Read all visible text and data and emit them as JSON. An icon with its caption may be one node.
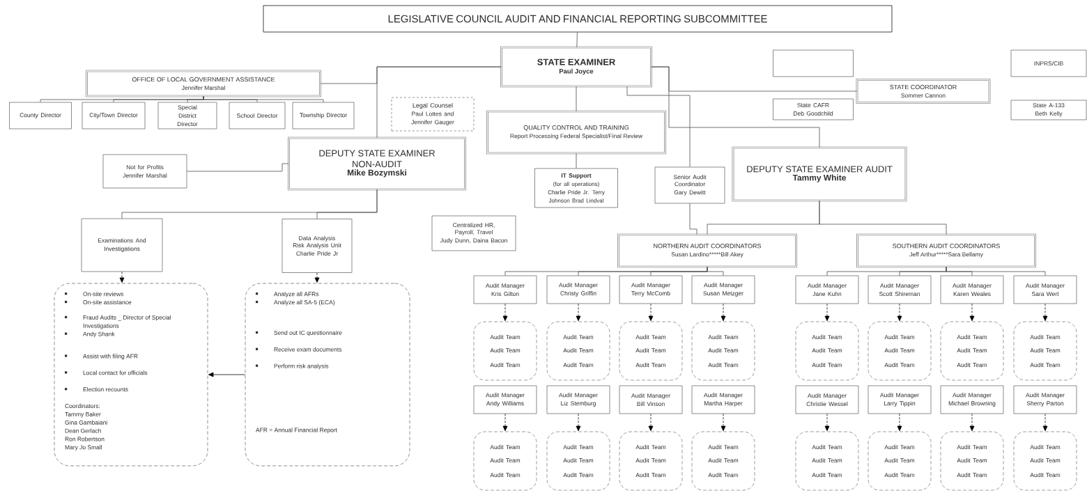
{
  "diagram": {
    "nodes": [
      {
        "text": [
          "LEGISLATIVE COUNCIL AUDIT AND FINANCIAL REPORTING SUBCOMMITTEE"
        ]
      },
      {
        "text": [
          "STATE EXAMINER",
          "Paul Joyce"
        ]
      },
      {
        "text": [
          "OFFICE OF LOCAL GOVERNMENT ASSISTANCE",
          "Jennifer Marshal"
        ]
      },
      {
        "text": [
          "County Director"
        ]
      },
      {
        "text": [
          "City/Town Director"
        ]
      },
      {
        "text": [
          "Special District Director"
        ]
      },
      {
        "text": [
          "School Director"
        ]
      },
      {
        "text": [
          "Township Director"
        ]
      },
      {
        "text": [
          "Legal Counsel",
          "Paul Lottes and Jennifer Gauger"
        ]
      },
      {
        "text": [
          "QUALITY CONTROL AND TRAINING",
          "Report Processing Federal Specialist/Final Review"
        ]
      },
      {
        "text": [],
        "shape": "box"
      },
      {
        "text": [
          "INPRS/CIB"
        ]
      },
      {
        "text": [
          "STATE COORDINATOR",
          "Sommer Cannon"
        ]
      },
      {
        "text": [
          "State CAFR",
          "Deb Goodchild"
        ]
      },
      {
        "text": [
          "State A-133",
          "Beth Kelly"
        ]
      },
      {
        "text": [
          "Not for Profits",
          "Jennifer Marshal"
        ]
      },
      {
        "text": [
          "DEPUTY STATE EXAMINER NON-AUDIT",
          "Mike Bozymski"
        ]
      },
      {
        "text": [
          "IT Support",
          "(for all operations) Charlie Pride Jr. Terry Johnson Brad Lindval"
        ]
      },
      {
        "text": [
          "Senior Audit Coordinator",
          "Gary Dewitt"
        ]
      },
      {
        "text": [
          "DEPUTY STATE EXAMINER AUDIT",
          "Tammy White"
        ]
      },
      {
        "text": [
          "Examinations And Investigations"
        ]
      },
      {
        "text": [
          "Data Analysis Risk Analysis Unit",
          "Charlie Pride Jr"
        ]
      },
      {
        "text": [
          "Centralized HR, Payroll, Travel",
          "Judy Dunn, Daina Bacon"
        ]
      },
      {
        "text": [
          "NORTHERN AUDIT COORDINATORS",
          "Susan Lardino*****Bill Akey"
        ]
      },
      {
        "text": [
          "SOUTHERN AUDIT COORDINATORS",
          "Jeff Arthur*****Sara Bellamy"
        ]
      },
      {
        "text": [
          "On-site reviews",
          "On-site assistance",
          "Fraud Audits _ Director of Special Investigations",
          "Andy Shank",
          "Assist with filing AFR",
          "Local contact for officials",
          "Election recounts",
          "Coordinators:",
          "Tammy Baker",
          "Gina Gambaiani",
          "Dean Gerlach",
          "Ron Robertson",
          "Mary Jo Small"
        ]
      },
      {
        "text": [
          "Analyze all AFRs",
          "Analyze all SA-5 (ECA)",
          "Send out IC questionnaire",
          "Receive exam documents",
          "Perform risk analysis",
          "AFR = Annual Financial Report"
        ]
      },
      {
        "text": [
          "Audit Manager Kris Gilton"
        ]
      },
      {
        "text": [
          "Audit Manager Christy Griffin"
        ]
      },
      {
        "text": [
          "Audit Manager Terry McComb"
        ]
      },
      {
        "text": [
          "Audit Manager Susan Metzger"
        ]
      },
      {
        "text": [
          "Audit Manager Jane Kuhn"
        ]
      },
      {
        "text": [
          "Audit Manager Scott Shireman"
        ]
      },
      {
        "text": [
          "Audit Manager Karen Weales"
        ]
      },
      {
        "text": [
          "Audit Manager Sara Wert"
        ]
      },
      {
        "text": [
          "Audit Team",
          "Audit Team",
          "Audit Team"
        ]
      },
      {
        "text": [
          "Audit Team",
          "Audit Team",
          "Audit Team"
        ]
      },
      {
        "text": [
          "Audit Team",
          "Audit Team",
          "Audit Team"
        ]
      },
      {
        "text": [
          "Audit Team",
          "Audit Team",
          "Audit Team"
        ]
      },
      {
        "text": [
          "Audit Team",
          "Audit Team",
          "Audit Team"
        ]
      },
      {
        "text": [
          "Audit Team",
          "Audit Team",
          "Audit Team"
        ]
      },
      {
        "text": [
          "Audit Team",
          "Audit Team",
          "Audit Team"
        ]
      },
      {
        "text": [
          "Audit Team",
          "Audit Team",
          "Audit Team"
        ]
      },
      {
        "text": [
          "Audit Manager Andy Williams"
        ]
      },
      {
        "text": [
          "Audit Manager Liz Stemburg"
        ]
      },
      {
        "text": [
          "Audit Manager Bill Vinson"
        ]
      },
      {
        "text": [
          "Audit Manager Martha Harper"
        ]
      },
      {
        "text": [
          "Audit Manager Christie Wessel"
        ]
      },
      {
        "text": [
          "Audit Manager Larry Tippin"
        ]
      },
      {
        "text": [
          "Audit Manager Michael Browning"
        ]
      },
      {
        "text": [
          "Audit Manager Sherry Parton"
        ]
      },
      {
        "text": [
          "Audit Team",
          "Audit Team",
          "Audit Team"
        ]
      },
      {
        "text": [
          "Audit Team",
          "Audit Team",
          "Audit Team"
        ]
      },
      {
        "text": [
          "Audit Team",
          "Audit Team",
          "Audit Team"
        ]
      },
      {
        "text": [
          "Audit Team",
          "Audit Team",
          "Audit Team"
        ]
      },
      {
        "text": [
          "Audit Team",
          "Audit Team",
          "Audit Team"
        ]
      },
      {
        "text": [
          "Audit Team",
          "Audit Team",
          "Audit Team"
        ]
      },
      {
        "text": [
          "Audit Team",
          "Audit Team",
          "Audit Team"
        ]
      },
      {
        "text": [
          "Audit Team",
          "Audit Team",
          "Audit Team"
        ]
      }
    ],
    "edges": [
      {
        "from": 0,
        "to": 1,
        "arrow": "none"
      },
      {
        "from": 1,
        "to": 2,
        "arrow": "none"
      },
      {
        "from": 1,
        "to": 16,
        "arrow": "none"
      },
      {
        "from": 2,
        "to": 3,
        "arrow": "none"
      },
      {
        "from": 2,
        "to": 4,
        "arrow": "none"
      },
      {
        "from": 2,
        "to": 5,
        "arrow": "none"
      },
      {
        "from": 2,
        "to": 6,
        "arrow": "none"
      },
      {
        "from": 2,
        "to": 7,
        "arrow": "none"
      },
      {
        "from": 1,
        "to": 9,
        "arrow": "none"
      },
      {
        "from": 1,
        "to": 18,
        "arrow": "none"
      },
      {
        "from": 1,
        "to": 19,
        "arrow": "none"
      },
      {
        "from": 1,
        "to": 12,
        "arrow": "none"
      },
      {
        "from": 15,
        "to": 16,
        "arrow": "none"
      },
      {
        "from": 9,
        "to": 17,
        "arrow": "none"
      },
      {
        "from": 16,
        "to": 20,
        "arrow": "none"
      },
      {
        "from": 16,
        "to": 21,
        "arrow": "none"
      },
      {
        "from": 19,
        "to": 23,
        "arrow": "none"
      },
      {
        "from": 19,
        "to": 24,
        "arrow": "none"
      },
      {
        "from": 18,
        "to": 23,
        "arrow": "none"
      },
      {
        "from": 23,
        "to": 27,
        "arrow": "none"
      },
      {
        "from": 23,
        "to": 28,
        "arrow": "none"
      },
      {
        "from": 23,
        "to": 29,
        "arrow": "none"
      },
      {
        "from": 23,
        "to": 30,
        "arrow": "none"
      },
      {
        "from": 24,
        "to": 31,
        "arrow": "none"
      },
      {
        "from": 24,
        "to": 32,
        "arrow": "none"
      },
      {
        "from": 24,
        "to": 33,
        "arrow": "none"
      },
      {
        "from": 24,
        "to": 34,
        "arrow": "none"
      },
      {
        "from": 27,
        "to": 35,
        "arrow": "to",
        "style": "dashed"
      },
      {
        "from": 28,
        "to": 36,
        "arrow": "to",
        "style": "dashed"
      },
      {
        "from": 29,
        "to": 37,
        "arrow": "to",
        "style": "dashed"
      },
      {
        "from": 30,
        "to": 38,
        "arrow": "to",
        "style": "dashed"
      },
      {
        "from": 31,
        "to": 39,
        "arrow": "to",
        "style": "dashed"
      },
      {
        "from": 32,
        "to": 40,
        "arrow": "to",
        "style": "dashed"
      },
      {
        "from": 33,
        "to": 41,
        "arrow": "to",
        "style": "dashed"
      },
      {
        "from": 34,
        "to": 42,
        "arrow": "to",
        "style": "dashed"
      },
      {
        "from": 43,
        "to": 51,
        "arrow": "to",
        "style": "dashed"
      },
      {
        "from": 44,
        "to": 52,
        "arrow": "to",
        "style": "dashed"
      },
      {
        "from": 45,
        "to": 53,
        "arrow": "to",
        "style": "dashed"
      },
      {
        "from": 46,
        "to": 54,
        "arrow": "to",
        "style": "dashed"
      },
      {
        "from": 47,
        "to": 55,
        "arrow": "to",
        "style": "dashed"
      },
      {
        "from": 48,
        "to": 56,
        "arrow": "to",
        "style": "dashed"
      },
      {
        "from": 49,
        "to": 57,
        "arrow": "to",
        "style": "dashed"
      },
      {
        "from": 50,
        "to": 58,
        "arrow": "to",
        "style": "dashed"
      },
      {
        "from": 20,
        "to": 25,
        "arrow": "to",
        "style": "dashed"
      },
      {
        "from": 21,
        "to": 26,
        "arrow": "to",
        "style": "dashed"
      },
      {
        "from": 26,
        "to": 25,
        "arrow": "to"
      }
    ]
  }
}
